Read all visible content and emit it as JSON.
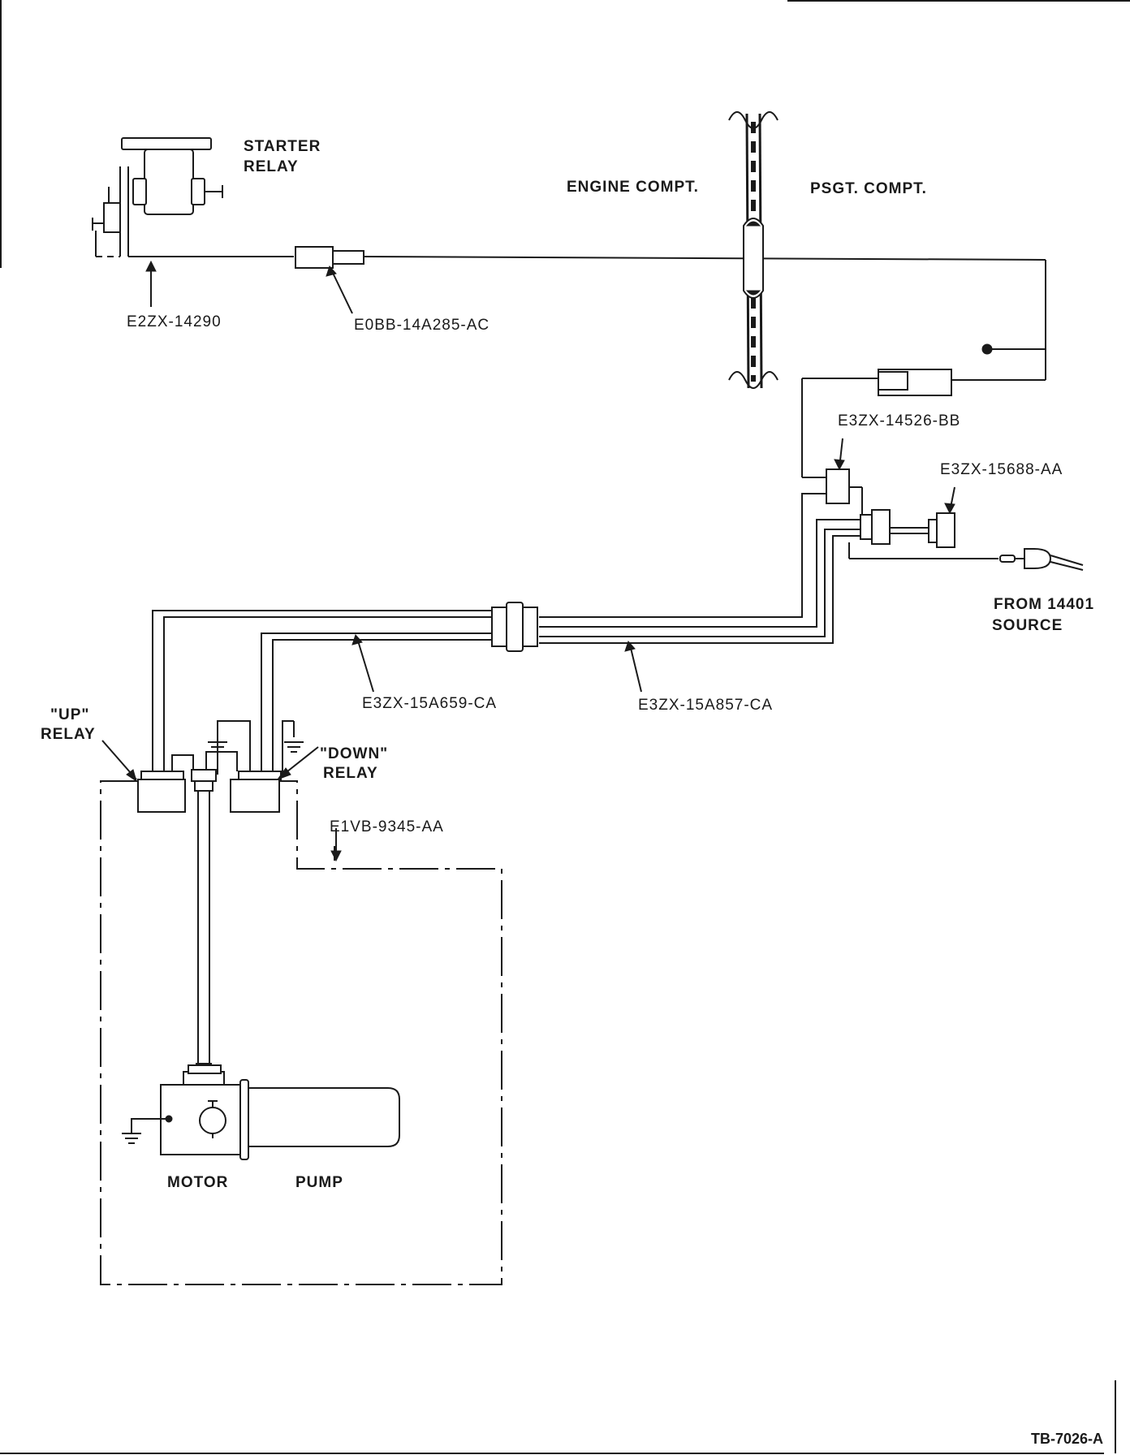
{
  "labels": {
    "starter_relay_line1": "STARTER",
    "starter_relay_line2": "RELAY",
    "engine_compt": "ENGINE COMPT.",
    "psgt_compt": "PSGT. COMPT.",
    "cable_starter": "E2ZX-14290",
    "fuse_link_connector": "E0BB-14A285-AC",
    "connector_14526": "E3ZX-14526-BB",
    "connector_15688": "E3ZX-15688-AA",
    "source_line1": "FROM 14401",
    "source_line2": "SOURCE",
    "harness_15a659": "E3ZX-15A659-CA",
    "harness_15a857": "E3ZX-15A857-CA",
    "up_relay_line1": "\"UP\"",
    "up_relay_line2": "RELAY",
    "down_relay_line1": "\"DOWN\"",
    "down_relay_line2": "RELAY",
    "pump_assembly": "E1VB-9345-AA",
    "motor": "MOTOR",
    "pump": "PUMP",
    "figure_id": "TB-7026-A"
  }
}
